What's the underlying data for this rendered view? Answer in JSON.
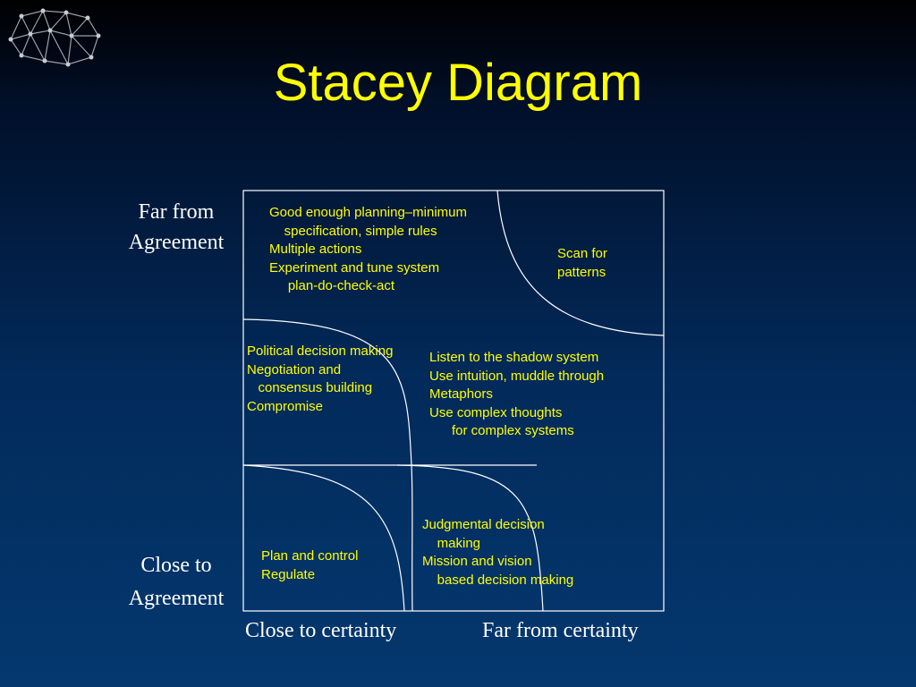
{
  "slide": {
    "title": "Stacey Diagram",
    "colors": {
      "title": "#ffff00",
      "zone_text": "#ffff00",
      "axis_text": "#ffffff",
      "lines": "#ffffff"
    },
    "logo_icon": "network-mesh-icon"
  },
  "axes": {
    "y_top_line1": "Far from",
    "y_top_line2": "Agreement",
    "y_bottom_line1": "Close to",
    "y_bottom_line2": "Agreement",
    "x_left": "Close to certainty",
    "x_right": "Far from certainty"
  },
  "zones": {
    "top_text": "Good enough planning–minimum\n    specification, simple rules\nMultiple actions\nExperiment and tune system\n     plan-do-check-act",
    "top_right": "Scan for\npatterns",
    "middle_left": "Political decision making\nNegotiation and\n   consensus building\nCompromise",
    "center": "Listen to the shadow system\nUse intuition, muddle through\nMetaphors\nUse complex thoughts\n      for complex systems",
    "bottom_left": "Plan and control\nRegulate",
    "bottom_right": "Judgmental decision\n    making\nMission and vision\n    based decision making"
  }
}
